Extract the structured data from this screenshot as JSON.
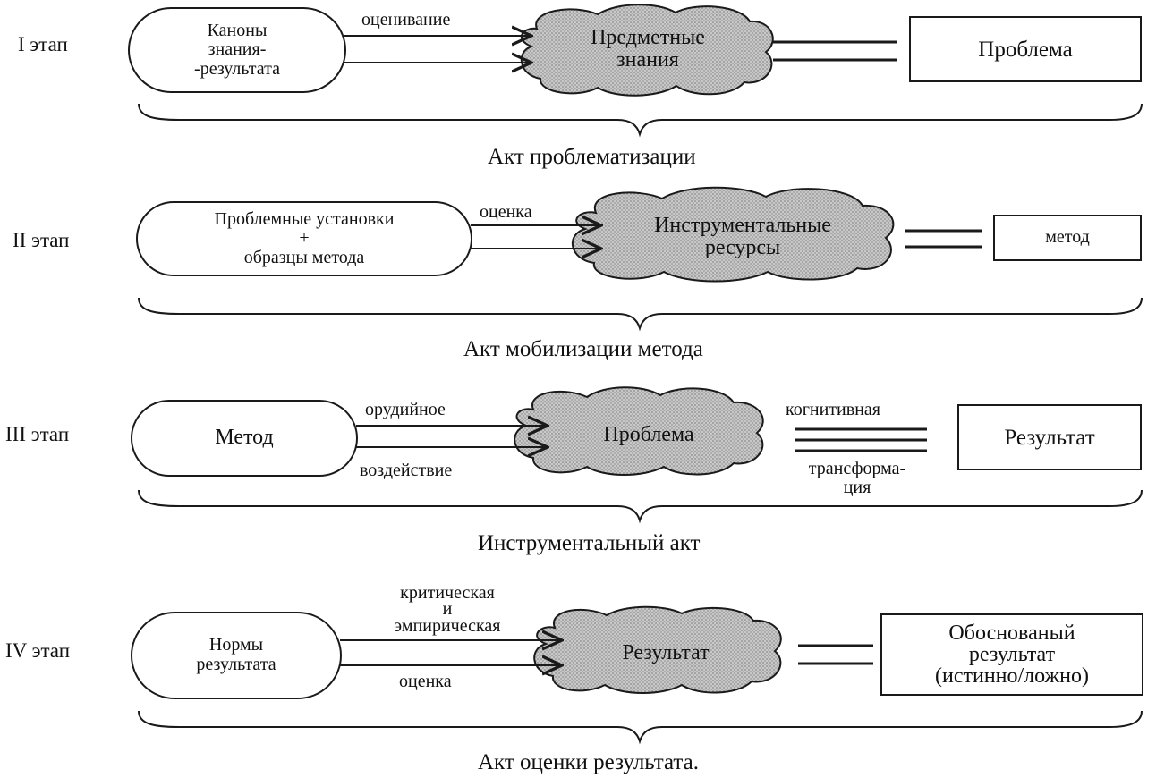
{
  "stages": [
    {
      "label": "I этап",
      "source": "Каноны\nзнания-\n-результата",
      "arrow_top": "оценивание",
      "arrow_bottom": "",
      "cloud": "Предметные\nзнания",
      "right_top": "",
      "right_bottom": "",
      "result": "Проблема",
      "act": "Акт проблематизации"
    },
    {
      "label": "II этап",
      "source": "Проблемные установки\n+\nобразцы метода",
      "arrow_top": "оценка",
      "arrow_bottom": "",
      "cloud": "Инструментальные\nресурсы",
      "right_top": "",
      "right_bottom": "",
      "result": "метод",
      "act": "Акт мобилизации метода"
    },
    {
      "label": "III этап",
      "source": "Метод",
      "arrow_top": "орудийное",
      "arrow_bottom": "воздействие",
      "cloud": "Проблема",
      "right_top": "когнитивная",
      "right_bottom": "трансформа-\nция",
      "result": "Результат",
      "act": "Инструментальный акт"
    },
    {
      "label": "IV этап",
      "source": "Нормы\nрезультата",
      "arrow_top": "критическая\nи\nэмпирическая",
      "arrow_bottom": "оценка",
      "cloud": "Результат",
      "right_top": "",
      "right_bottom": "",
      "result": "Обоснованый\nрезультат\n(истинно/ложно)",
      "act": "Акт оценки результата."
    }
  ]
}
